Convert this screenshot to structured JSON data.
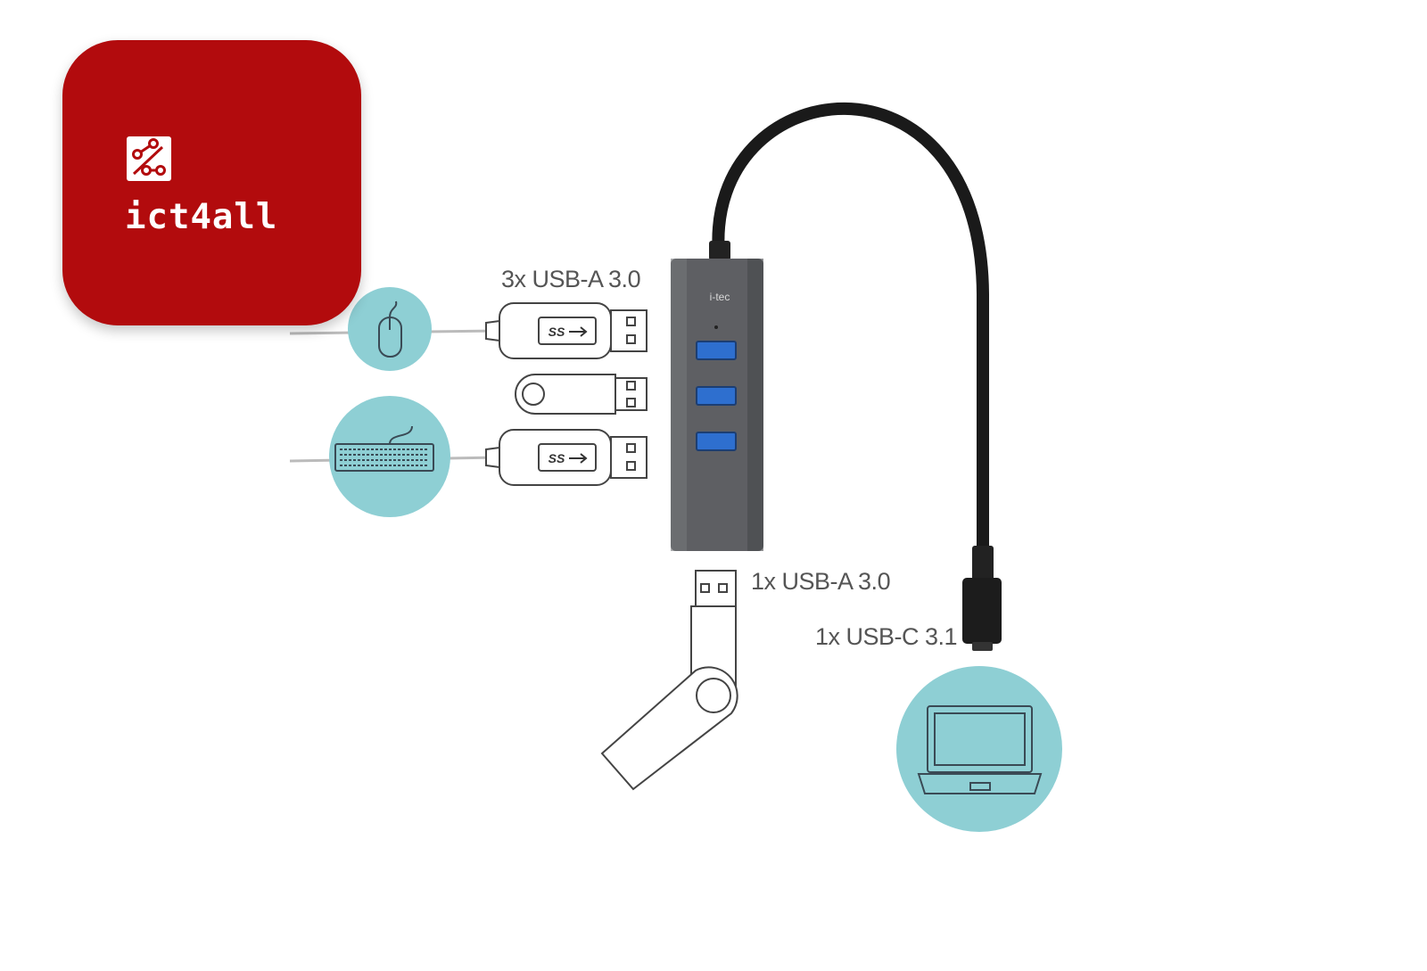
{
  "brand": {
    "name": "ict4all",
    "icon": "circuit-nodes-icon",
    "color": "#b20b0d"
  },
  "hub": {
    "logo": "i-tec",
    "body_color": "#5f5f63",
    "port_color": "#2f6fd0"
  },
  "labels": {
    "usb_a_3x": "3x USB-A 3.0",
    "usb_a_1x": "1x USB-A 3.0",
    "usb_c": "1x USB-C 3.1"
  },
  "plug_marking": "SS",
  "icons": {
    "accent_circle_color": "#8ecfd4",
    "devices": [
      "mouse-icon",
      "keyboard-icon",
      "flash-drive-icon",
      "laptop-icon"
    ]
  }
}
